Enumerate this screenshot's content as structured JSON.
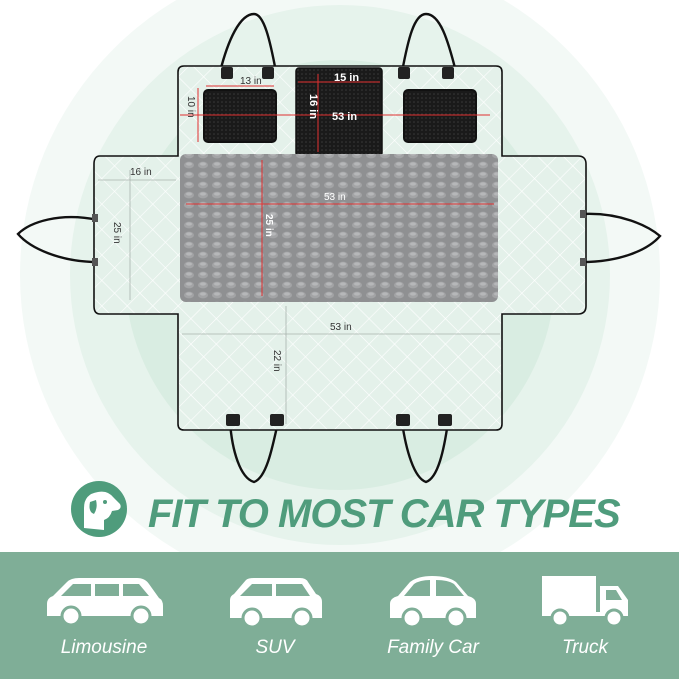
{
  "product": {
    "dimensions": {
      "window_width": "13 in",
      "window_height": "10 in",
      "mesh_width": "15 in",
      "mesh_height": "16 in",
      "mesh_length": "53 in",
      "side_flap_width": "16 in",
      "side_flap_height": "25 in",
      "seat_length": "53 in",
      "seat_depth": "25 in",
      "bottom_length": "53 in",
      "bottom_depth": "22 in"
    }
  },
  "headline": {
    "text": "FIT TO MOST CAR TYPES",
    "logo_icon": "dog-head-icon"
  },
  "car_types": [
    {
      "label": "Limousine",
      "icon": "station-wagon-icon"
    },
    {
      "label": "SUV",
      "icon": "suv-icon"
    },
    {
      "label": "Family Car",
      "icon": "sedan-icon"
    },
    {
      "label": "Truck",
      "icon": "truck-icon"
    }
  ],
  "colors": {
    "accent_green": "#4f9c7c",
    "band_green": "#7fae97",
    "quilt": "#e4f1ea",
    "plush": "#8f9092",
    "dimension_red": "#e03030"
  }
}
